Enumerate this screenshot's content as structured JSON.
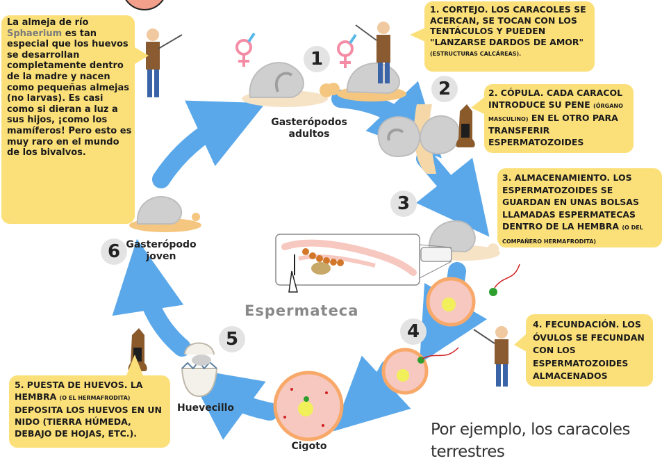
{
  "colors": {
    "arrow": "#5aa8ea",
    "bubble": "#fbe07a",
    "shell": "#cfcfcf",
    "body": "#f5c680",
    "egg_cell": "#f7c8c0",
    "nucleus": "#f1ef5a"
  },
  "intro": {
    "before": "La almeja de río ",
    "genus": "Sphaerium",
    "after": " es tan especial que los huevos se desarrollan completamente dentro de la madre y nacen como pequeñas almejas (no larvas). Es casi como si dieran a luz a sus hijos, ¡como los mamíferos! Pero esto es muy raro en el mundo de los bivalvos."
  },
  "steps": [
    {
      "num": "1",
      "title": "1. CORTEJO.",
      "text": "LOS CARACOLES SE ACERCAN, SE TOCAN CON LOS TENTÁCULOS Y PUEDEN \"LANZARSE DARDOS DE AMOR\"",
      "small": "(ESTRUCTURAS CALCÁREAS).",
      "text2": ""
    },
    {
      "num": "2",
      "title": "2. CÓPULA.",
      "text": "CADA CARACOL INTRODUCE SU PENE",
      "small": "(ÓRGANO MASCULINO)",
      "text2": "EN EL OTRO PARA TRANSFERIR ESPERMATOZOIDES"
    },
    {
      "num": "3",
      "title": "3. ALMACENAMIENTO.",
      "text": "LOS ESPERMATOZOIDES SE GUARDAN EN UNAS BOLSAS LLAMADAS ESPERMATECAS DENTRO DE LA HEMBRA",
      "small": "(O DEL COMPAÑERO HERMAFRODITA)",
      "text2": ""
    },
    {
      "num": "4",
      "title": "4. FECUNDACIÓN.",
      "text": "LOS ÓVULOS SE FECUNDAN CON LOS ESPERMATOZOIDES ALMACENADOS",
      "small": "",
      "text2": ""
    },
    {
      "num": "5",
      "title": "5. PUESTA DE HUEVOS.",
      "text": "LA HEMBRA",
      "small": "(O EL HERMAFRODITA)",
      "text2": "DEPOSITA LOS HUEVOS EN UN NIDO (TIERRA HÚMEDA, DEBAJO DE HOJAS, ETC.)."
    },
    {
      "num": "6",
      "title": "",
      "text": "",
      "small": "",
      "text2": ""
    }
  ],
  "labels": {
    "adults": "Gasterópodos adultos",
    "young": "Gasterópodo joven",
    "egg": "Huevecillo",
    "zygote": "Cigoto",
    "spermatheca": "Espermateca"
  },
  "handwritten": "Por ejemplo, los caracoles terrestres"
}
